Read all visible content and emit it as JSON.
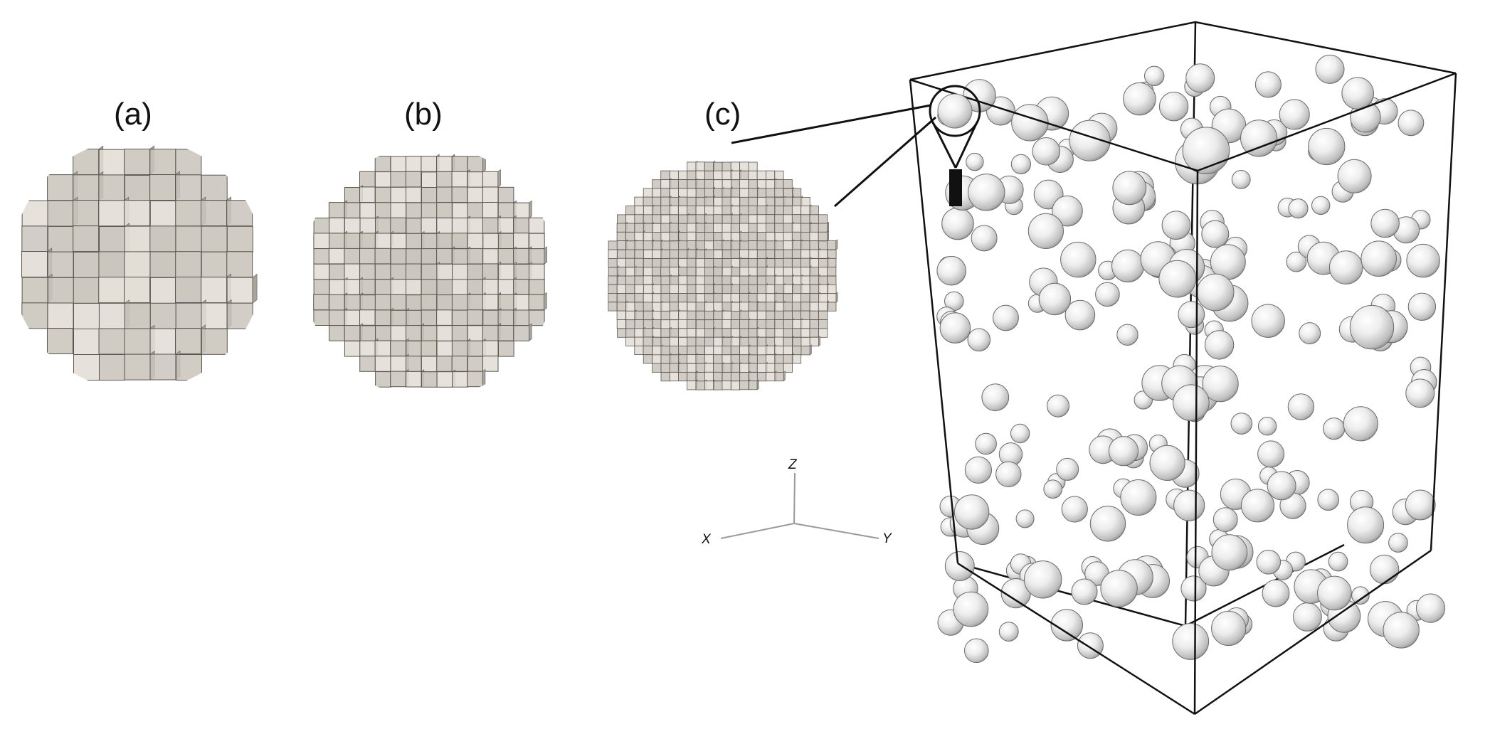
{
  "panels": [
    {
      "id": "a",
      "label": "(a)",
      "resolution": "coarse"
    },
    {
      "id": "b",
      "label": "(b)",
      "resolution": "medium"
    },
    {
      "id": "c",
      "label": "(c)",
      "resolution": "fine"
    }
  ],
  "axes": {
    "x": "X",
    "y": "Y",
    "z": "Z"
  },
  "colors": {
    "voxel_top": "#e2ddd5",
    "voxel_front": "#c9c4bb",
    "voxel_side": "#aaa59c",
    "voxel_edge": "#5a5752",
    "sphere_light": "#ffffff",
    "sphere_mid": "#dedede",
    "sphere_dark": "#8c8c8c",
    "line": "#111111",
    "axis_line": "#9a9a9a"
  },
  "icons": {
    "zoom": "magnifier-callout-icon",
    "scale": "scale-bar-icon"
  }
}
